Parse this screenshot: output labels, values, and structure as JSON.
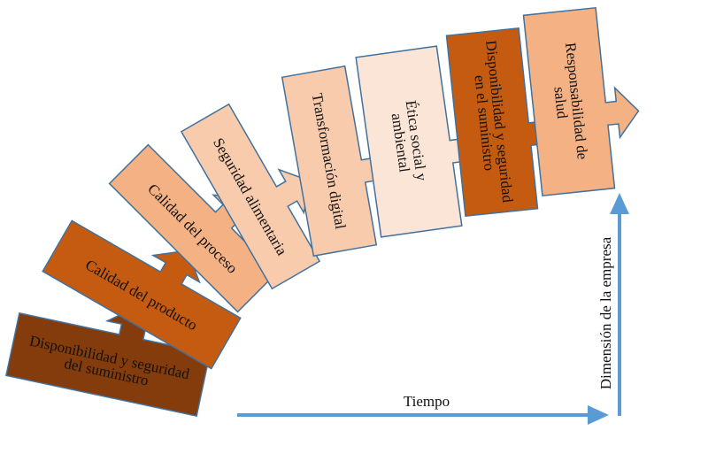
{
  "diagram": {
    "stages": [
      {
        "label_lines": [
          "Disponibilidad y seguridad",
          "del suministro"
        ],
        "color": "#843C0C"
      },
      {
        "label_lines": [
          "Calidad del producto"
        ],
        "color": "#C55A11"
      },
      {
        "label_lines": [
          "Calidad del proceso"
        ],
        "color": "#F4B183"
      },
      {
        "label_lines": [
          "Seguridad alimentaria"
        ],
        "color": "#F8CBAD"
      },
      {
        "label_lines": [
          "Transformación digital"
        ],
        "color": "#F8CBAD"
      },
      {
        "label_lines": [
          "Ética social y",
          "ambiental"
        ],
        "color": "#FBE5D6"
      },
      {
        "label_lines": [
          "Disponibilidad y seguridad",
          "en el suministro"
        ],
        "color": "#C55A11"
      },
      {
        "label_lines": [
          "Responsabilidad de",
          "salud"
        ],
        "color": "#F4B183"
      }
    ],
    "outline_color": "#41719C",
    "axes": {
      "x_label": "Tiempo",
      "y_label": "Dimensión de la empresa",
      "color": "#5B9BD5"
    }
  }
}
